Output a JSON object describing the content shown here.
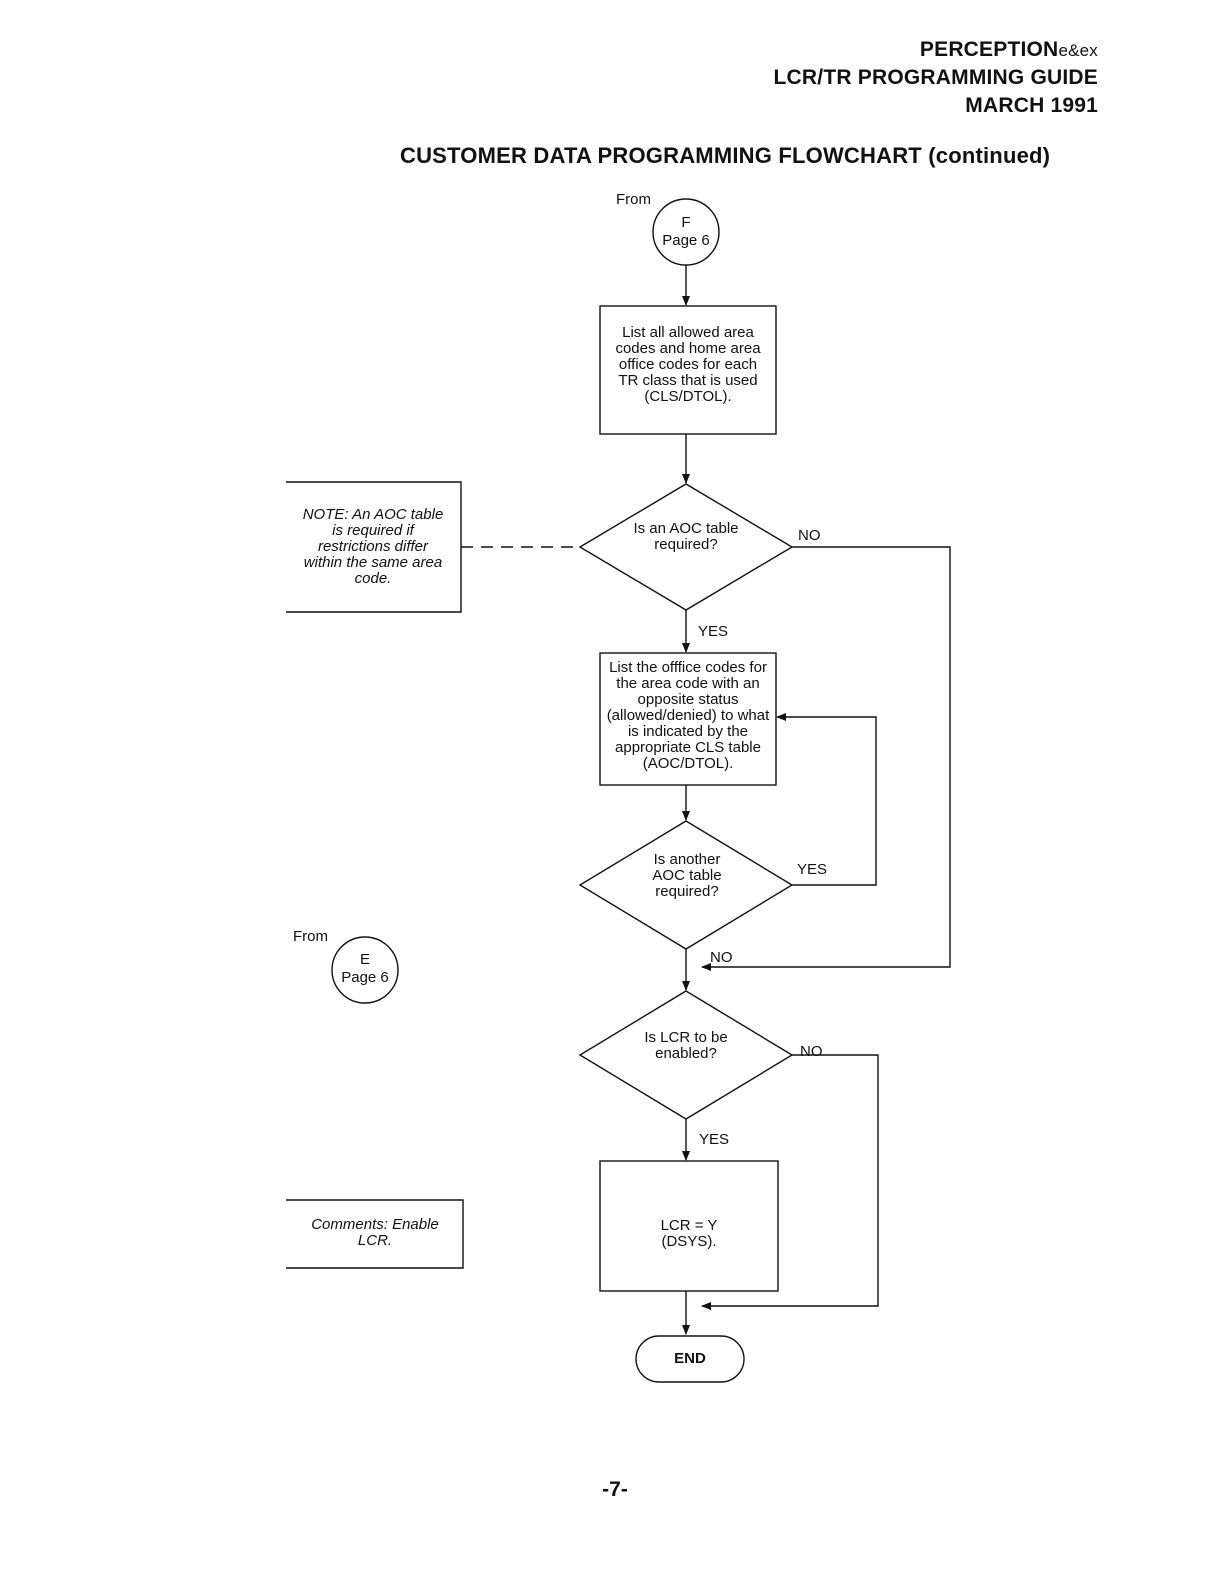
{
  "header": {
    "product": "PERCEPTION",
    "product_suffix": "e&ex",
    "guide": "LCR/TR PROGRAMMING GUIDE",
    "date": "MARCH 1991"
  },
  "title": "CUSTOMER DATA PROGRAMMING FLOWCHART (continued)",
  "connectors": {
    "from_f": {
      "from": "From",
      "letter": "F",
      "page": "Page 6"
    },
    "from_e": {
      "from": "From",
      "letter": "E",
      "page": "Page 6"
    }
  },
  "nodes": {
    "box1": "List all allowed area codes and home area office codes for each TR class that is used (CLS/DTOL).",
    "decision1": "Is an AOC table required?",
    "box2": "List the offfice codes for the area code with an opposite status (allowed/denied) to what is indicated by the appropriate CLS table (AOC/DTOL).",
    "decision2": "Is another AOC table required?",
    "decision3": "Is LCR to be enabled?",
    "box3": "LCR = Y (DSYS).",
    "end": "END"
  },
  "edges": {
    "d1_no": "NO",
    "d1_yes": "YES",
    "d2_yes": "YES",
    "d2_no": "NO",
    "d3_no": "NO",
    "d3_yes": "YES"
  },
  "notes": {
    "note1": "NOTE: An AOC table is required if restrictions differ within the same area code.",
    "comments": "Comments: Enable LCR."
  },
  "page_number": "-7-"
}
